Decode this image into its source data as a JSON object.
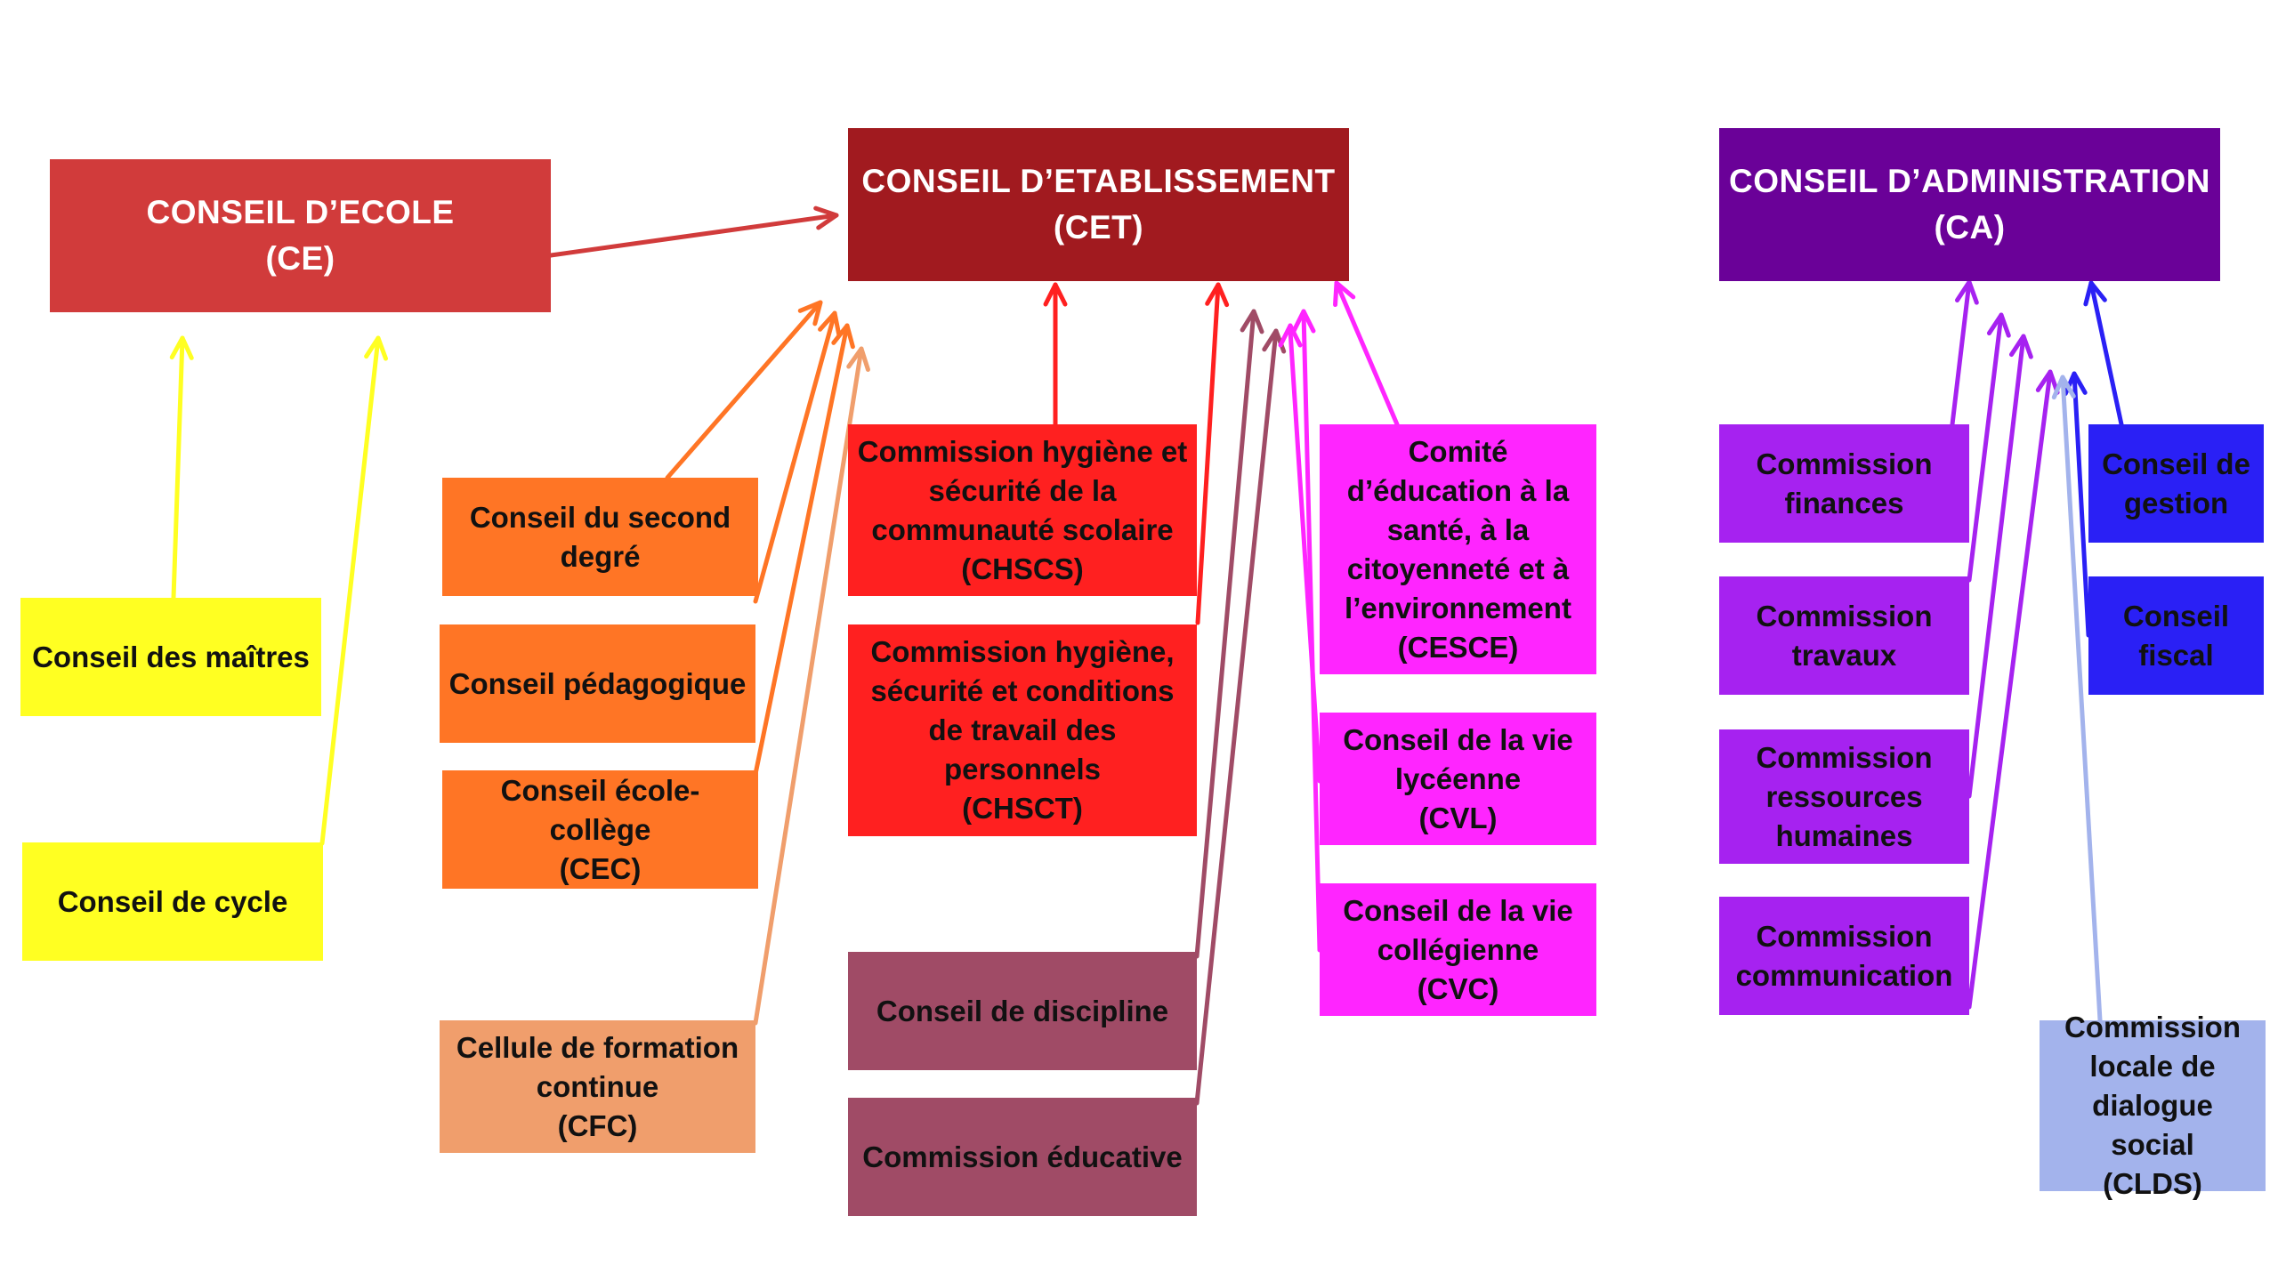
{
  "colors": {
    "ce": "#d13b3b",
    "cet": "#a11a1f",
    "ca": "#6a0198",
    "yellow": "#ffff22",
    "orange": "#ff7525",
    "cfc": "#f09e6c",
    "red": "#ff2020",
    "mauve": "#a04b66",
    "magenta": "#ff25ff",
    "violet": "#a622f0",
    "blue": "#2a20f5",
    "lightblue": "#a3b3ec"
  },
  "boxes": {
    "ce": {
      "lines": [
        "CONSEIL D’ECOLE",
        "(CE)"
      ]
    },
    "cet": {
      "lines": [
        "CONSEIL D’ETABLISSEMENT",
        "(CET)"
      ]
    },
    "ca": {
      "lines": [
        "CONSEIL D’ADMINISTRATION",
        "(CA)"
      ]
    },
    "maitres": {
      "lines": [
        "Conseil des maîtres"
      ]
    },
    "cycle": {
      "lines": [
        "Conseil de cycle"
      ]
    },
    "second": {
      "lines": [
        "Conseil du second",
        "degré"
      ]
    },
    "peda": {
      "lines": [
        "Conseil pédagogique"
      ]
    },
    "cec": {
      "lines": [
        "Conseil école-collège",
        "(CEC)"
      ]
    },
    "cfc": {
      "lines": [
        "Cellule de formation",
        "continue",
        "(CFC)"
      ]
    },
    "chscs": {
      "lines": [
        "Commission hygiène et",
        "sécurité de la",
        "communauté scolaire",
        "(CHSCS)"
      ]
    },
    "chsct": {
      "lines": [
        "Commission hygiène,",
        "sécurité et conditions",
        "de travail des",
        "personnels",
        "(CHSCT)"
      ]
    },
    "discipline": {
      "lines": [
        "Conseil de discipline"
      ]
    },
    "educative": {
      "lines": [
        "Commission éducative"
      ]
    },
    "cesce": {
      "lines": [
        "Comité",
        "d’éducation à la",
        "santé, à la",
        "citoyenneté et à",
        "l’environnement",
        "(CESCE)"
      ]
    },
    "cvl": {
      "lines": [
        "Conseil de la vie",
        "lycéenne",
        "(CVL)"
      ]
    },
    "cvc": {
      "lines": [
        "Conseil de la vie",
        "collégienne",
        "(CVC)"
      ]
    },
    "finances": {
      "lines": [
        "Commission",
        "finances"
      ]
    },
    "travaux": {
      "lines": [
        "Commission",
        "travaux"
      ]
    },
    "rh": {
      "lines": [
        "Commission",
        "ressources",
        "humaines"
      ]
    },
    "communication": {
      "lines": [
        "Commission",
        "communication"
      ]
    },
    "gestion": {
      "lines": [
        "Conseil de",
        "gestion"
      ]
    },
    "fiscal": {
      "lines": [
        "Conseil",
        "fiscal"
      ]
    },
    "clds": {
      "lines": [
        "Commission",
        "locale de",
        "dialogue social",
        "(CLDS)"
      ]
    }
  }
}
